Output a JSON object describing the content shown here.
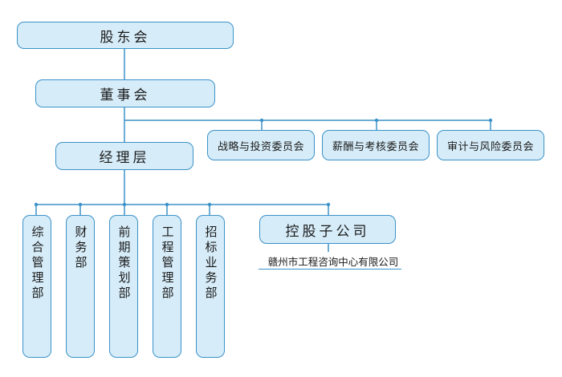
{
  "nodes": {
    "shareholders": "股东会",
    "board": "董事会",
    "management": "经理层",
    "holding_company": "控股子公司",
    "subsidiary": "赣州市工程咨询中心有限公司"
  },
  "committees": [
    "战略与投资委员会",
    "薪酬与考核委员会",
    "审计与风险委员会"
  ],
  "departments": [
    "综合管理部",
    "财务部",
    "前期策划部",
    "工程管理部",
    "招标业务部"
  ],
  "colors": {
    "box_fill": "#d6ecf8",
    "border": "#3b92c9",
    "line": "#3b92c9"
  }
}
